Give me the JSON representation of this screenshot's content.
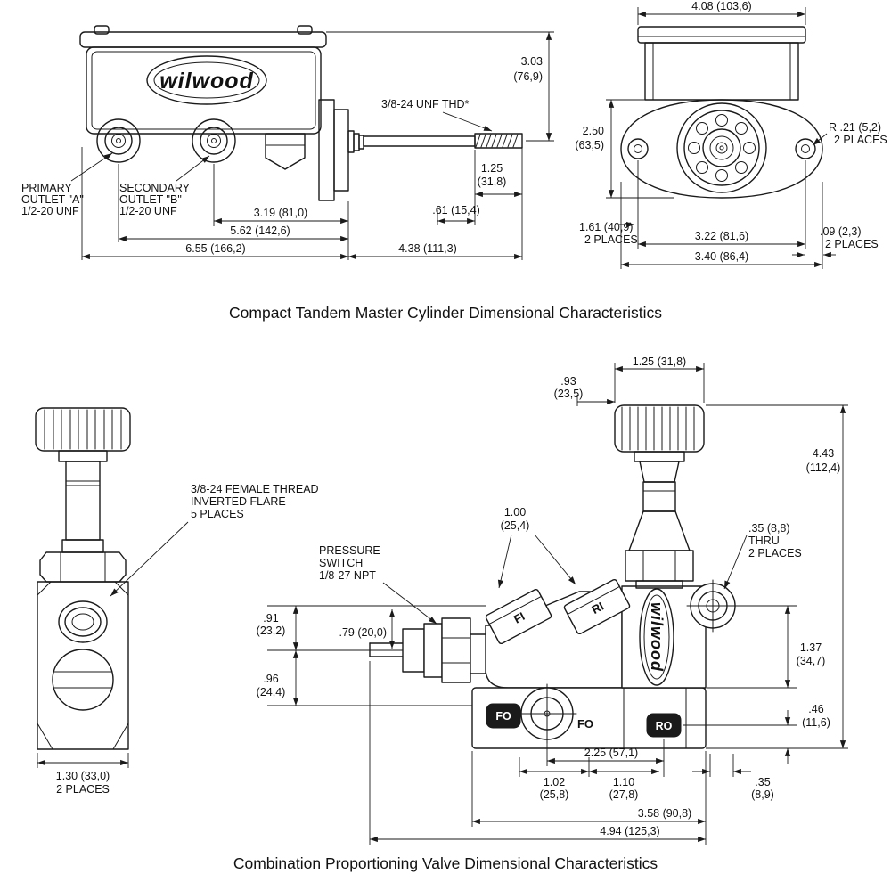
{
  "captions": {
    "master_cylinder": "Compact Tandem Master Cylinder Dimensional Characteristics",
    "prop_valve": "Combination Proportioning Valve Dimensional Characteristics"
  },
  "logo": {
    "text": "wilwood"
  },
  "master_side": {
    "thread_label": "3/8-24 UNF THD*",
    "primary_outlet": [
      "PRIMARY",
      "OUTLET \"A\"",
      "1/2-20 UNF"
    ],
    "secondary_outlet": [
      "SECONDARY",
      "OUTLET \"B\"",
      "1/2-20 UNF"
    ],
    "dim_height": [
      "3.03",
      "(76,9)"
    ],
    "dim_thread_len": [
      "1.25",
      "(31,8)"
    ],
    "dim_rod": ".61 (15,4)",
    "dim_3_19": "3.19 (81,0)",
    "dim_5_62": "5.62 (142,6)",
    "dim_6_55": "6.55 (166,2)",
    "dim_4_38": "4.38 (111,3)"
  },
  "master_end": {
    "dim_width": "4.08 (103,6)",
    "dim_height": [
      "2.50",
      "(63,5)"
    ],
    "dim_radius": [
      "R .21 (5,2)",
      "2 PLACES"
    ],
    "dim_1_61": [
      "1.61 (40,9)",
      "2 PLACES"
    ],
    "dim_3_22": "3.22 (81,6)",
    "dim_0_09": [
      ".09 (2,3)",
      "2 PLACES"
    ],
    "dim_3_40": "3.40 (86,4)"
  },
  "valve_side": {
    "dim_width": [
      "1.30 (33,0)",
      "2 PLACES"
    ],
    "thread_label": [
      "3/8-24 FEMALE THREAD",
      "INVERTED FLARE",
      "5 PLACES"
    ]
  },
  "valve_main": {
    "switch_label": [
      "PRESSURE",
      "SWITCH",
      "1/8-27 NPT"
    ],
    "ports": {
      "fi": "FI",
      "ri": "RI",
      "fo_left": "FO",
      "fo_mid": "FO",
      "ro": "RO"
    },
    "dim_knob": "1.25 (31,8)",
    "dim_0_93": [
      ".93",
      "(23,5)"
    ],
    "dim_height": [
      "4.43",
      "(112,4)"
    ],
    "dim_1_00": [
      "1.00",
      "(25,4)"
    ],
    "dim_thru": [
      ".35 (8,8)",
      "THRU",
      "2 PLACES"
    ],
    "dim_0_91": [
      ".91",
      "(23,2)"
    ],
    "dim_0_79": ".79 (20,0)",
    "dim_0_96": [
      ".96",
      "(24,4)"
    ],
    "dim_1_37": [
      "1.37",
      "(34,7)"
    ],
    "dim_0_46": [
      ".46",
      "(11,6)"
    ],
    "dim_2_25": "2.25 (57,1)",
    "dim_1_02": [
      "1.02",
      "(25,8)"
    ],
    "dim_1_10": [
      "1.10",
      "(27,8)"
    ],
    "dim_0_35": [
      ".35",
      "(8,9)"
    ],
    "dim_3_58": "3.58 (90,8)",
    "dim_4_94": "4.94 (125,3)"
  }
}
